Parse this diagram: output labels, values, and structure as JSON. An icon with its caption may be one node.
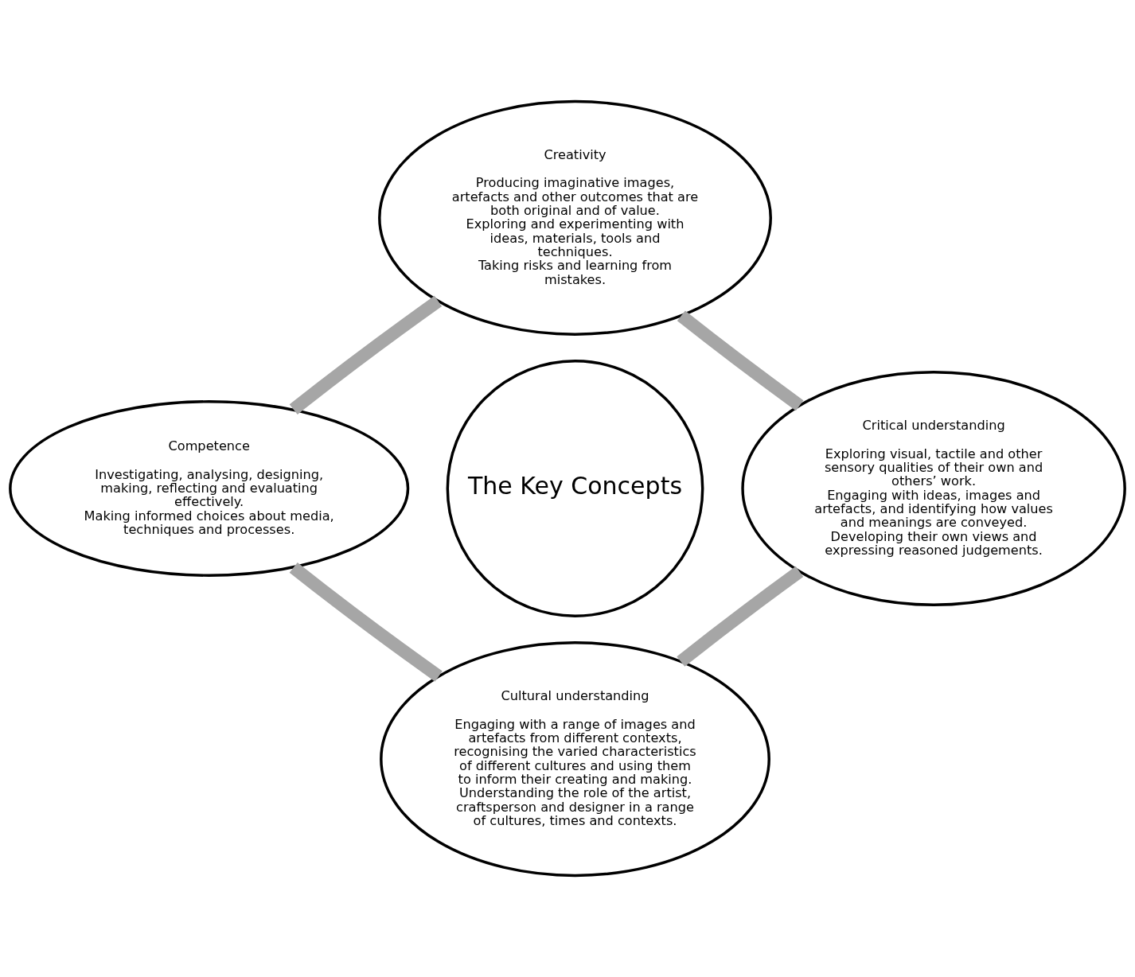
{
  "diagram": {
    "nodes": [
      {
        "text": [
          "Creativity",
          "Producing imaginative images, artefacts and other outcomes that are both original and of value.",
          "Exploring and experimenting with ideas, materials, tools and techniques.",
          "Taking risks and learning from mistakes."
        ]
      },
      {
        "text": [
          "Competence",
          "Investigating, analysing, designing, making, reflecting and evaluating effectively.",
          "Making informed choices about media, techniques and processes."
        ]
      },
      {
        "text": [
          "The Key Concepts"
        ]
      },
      {
        "text": [
          "Critical understanding",
          "Exploring visual, tactile and other sensory qualities of their own and others’ work.",
          "Engaging with ideas, images and artefacts, and identifying how values and meanings are conveyed.",
          "Developing their own views and expressing reasoned judgements."
        ]
      },
      {
        "text": [
          "Cultural understanding",
          "Engaging with a range of images and artefacts from different contexts, recognising the varied characteristics of different cultures and using them to inform their creating and making.",
          "Understanding the role of the artist, craftsperson and designer in a range of cultures, times and contexts."
        ]
      }
    ],
    "edges": [
      {
        "from": 0,
        "to": 3,
        "arrow": "none"
      },
      {
        "from": 3,
        "to": 4,
        "arrow": "none"
      },
      {
        "from": 4,
        "to": 1,
        "arrow": "none"
      },
      {
        "from": 1,
        "to": 0,
        "arrow": "none"
      }
    ]
  }
}
